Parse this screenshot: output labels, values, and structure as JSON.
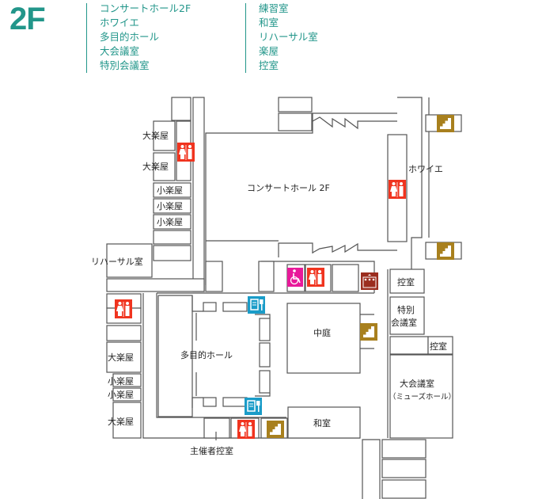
{
  "floor_label": "2F",
  "legend": {
    "column1": [
      "コンサートホール2F",
      "ホワイエ",
      "多目的ホール",
      "大会議室",
      "特別会議室"
    ],
    "column2": [
      "練習室",
      "和室",
      "リハーサル室",
      "楽屋",
      "控室"
    ]
  },
  "map": {
    "concert_hall": "コンサートホール 2F",
    "foyer": "ホワイエ",
    "large_dressing_room": "大楽屋",
    "small_dressing_room": "小楽屋",
    "rehearsal_room": "リハーサル室",
    "multipurpose_hall": "多目的ホール",
    "courtyard": "中庭",
    "waiting_room": "控室",
    "special_meeting_room_line1": "特別",
    "special_meeting_room_line2": "会議室",
    "large_meeting_room": "大会議室",
    "large_meeting_room_sub": "（ミューズホール）",
    "japanese_room": "和室",
    "organizer_waiting_room": "主催者控室"
  },
  "colors": {
    "accent": "#22968a",
    "restroom": "#f0341f",
    "stairs": "#a8801e",
    "accessible": "#e8199a",
    "elevator": "#9b2d1f",
    "service": "#1a9cc8"
  },
  "icons": [
    "restroom-icon",
    "stairs-icon",
    "wheelchair-icon",
    "elevator-icon",
    "service-counter-icon"
  ]
}
